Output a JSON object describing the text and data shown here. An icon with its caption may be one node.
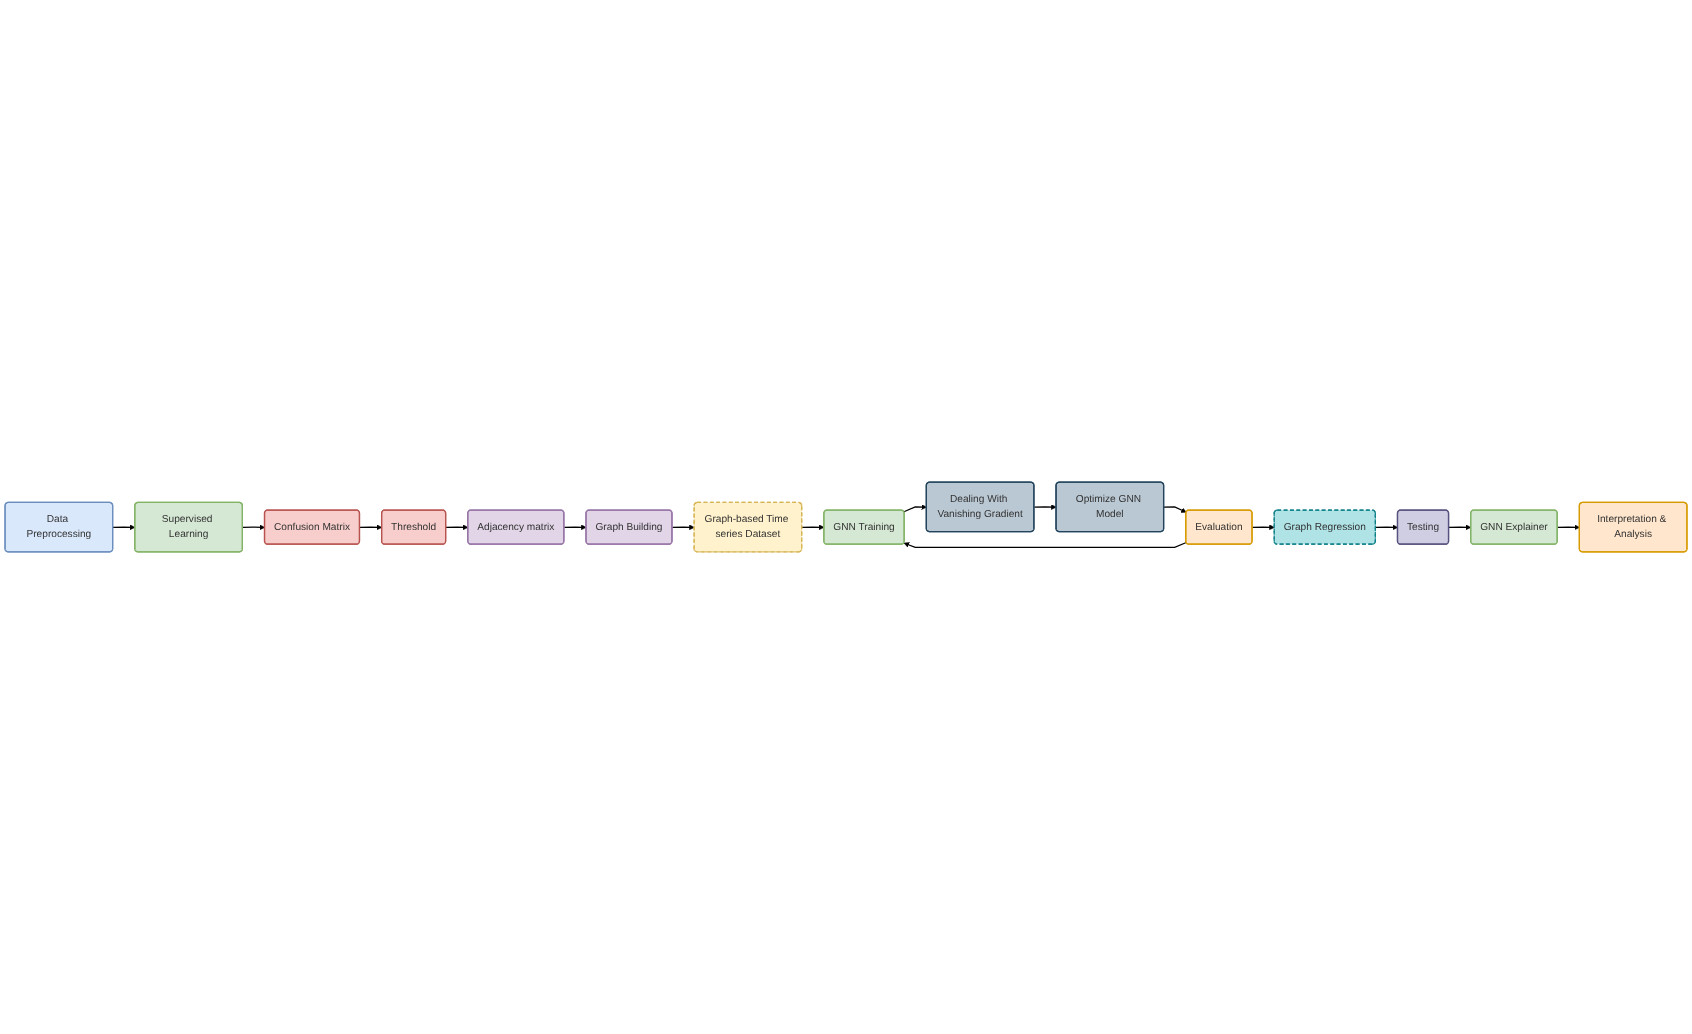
{
  "diagram": {
    "nodes": [
      {
        "text": [
          "Data Preprocessing"
        ]
      },
      {
        "text": [
          "Supervised Learning"
        ]
      },
      {
        "text": [
          "Confusion Matrix"
        ]
      },
      {
        "text": [
          "Threshold"
        ]
      },
      {
        "text": [
          "GNN Training"
        ]
      },
      {
        "text": [
          "Graph-based Time series Dataset"
        ]
      },
      {
        "text": [
          "Graph Building"
        ]
      },
      {
        "text": [
          "Adjacency matrix"
        ]
      },
      {
        "text": [
          "Dealing With Vanishing Gradient"
        ]
      },
      {
        "text": [
          "Optimize GNN Model"
        ]
      },
      {
        "text": [
          "Evaluation"
        ]
      },
      {
        "text": [
          "Graph Regression"
        ]
      },
      {
        "text": [
          "Interpretation & Analysis"
        ]
      },
      {
        "text": [
          "GNN Explainer"
        ]
      },
      {
        "text": [
          "Testing"
        ]
      }
    ],
    "edges": [
      {
        "from": 0,
        "to": 1,
        "arrow": "to"
      },
      {
        "from": 1,
        "to": 2,
        "arrow": "to"
      },
      {
        "from": 2,
        "to": 3,
        "arrow": "to"
      },
      {
        "from": 3,
        "to": 7,
        "arrow": "to"
      },
      {
        "from": 7,
        "to": 6,
        "arrow": "to"
      },
      {
        "from": 6,
        "to": 5,
        "arrow": "to"
      },
      {
        "from": 5,
        "to": 4,
        "arrow": "to"
      },
      {
        "from": 4,
        "to": 8,
        "arrow": "to"
      },
      {
        "from": 8,
        "to": 9,
        "arrow": "to"
      },
      {
        "from": 9,
        "to": 10,
        "arrow": "to"
      },
      {
        "from": 10,
        "to": 4,
        "arrow": "to"
      },
      {
        "from": 10,
        "to": 11,
        "arrow": "to"
      },
      {
        "from": 11,
        "to": 14,
        "arrow": "to"
      },
      {
        "from": 14,
        "to": 13,
        "arrow": "to"
      },
      {
        "from": 13,
        "to": 12,
        "arrow": "to"
      }
    ]
  }
}
